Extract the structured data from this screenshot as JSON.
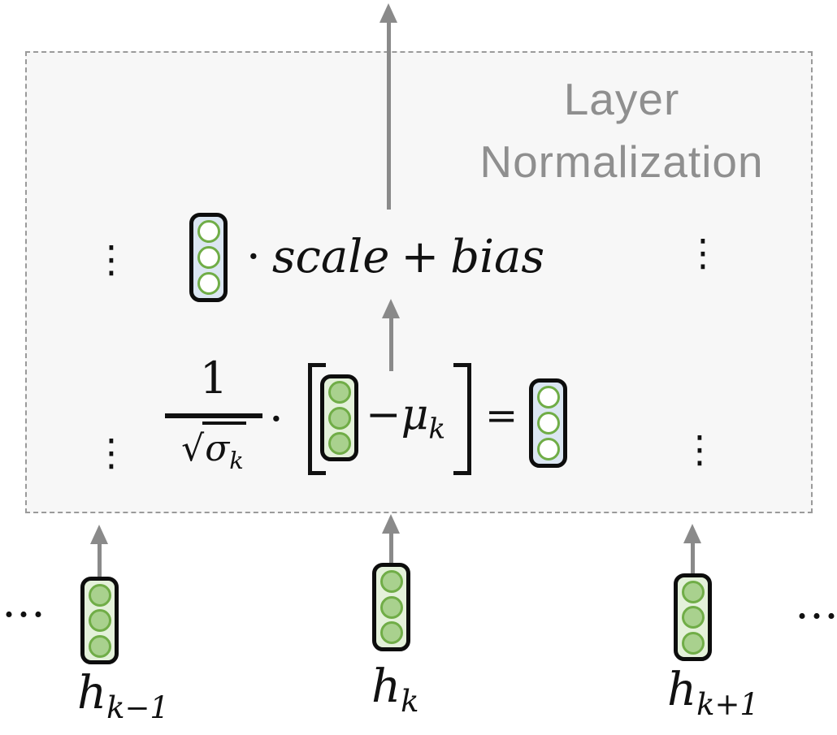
{
  "title": {
    "line1": "Layer",
    "line2": "Normalization"
  },
  "symbols": {
    "vdots": "⋮",
    "hdots": "…"
  },
  "affine": {
    "dot": "·",
    "scale": "scale",
    "plus": "+",
    "bias": "bias"
  },
  "normalize": {
    "numerator": "1",
    "radical": "√",
    "sigma": "σ",
    "sigma_sub": "k",
    "dot": "·",
    "minus": "−",
    "mu": "μ",
    "mu_sub": "k",
    "equals": "="
  },
  "inputs": [
    {
      "base": "h",
      "sub": "k−1"
    },
    {
      "base": "h",
      "sub": "k"
    },
    {
      "base": "h",
      "sub": "k+1"
    }
  ],
  "colors": {
    "box_fill": "#f7f7f7",
    "dash_border": "#9a9a9a",
    "title_gray": "#8f8f8f",
    "arrow_gray": "#8a8a8a",
    "vector_green_bg": "#e4f1da",
    "vector_green_cell": "#a9d18e",
    "green_stroke": "#70ad47",
    "vector_blue_bg": "#dbe6f2",
    "cell_white": "#ffffff",
    "ink": "#111111"
  }
}
